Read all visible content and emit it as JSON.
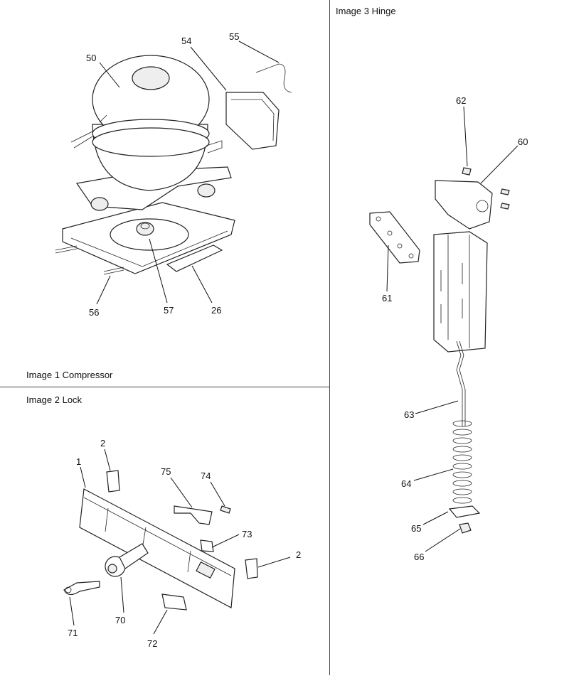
{
  "panels": {
    "compressor": {
      "title": "Image 1 Compressor"
    },
    "lock": {
      "title": "Image 2 Lock"
    },
    "hinge": {
      "title": "Image 3 Hinge"
    }
  },
  "callouts": {
    "c50": "50",
    "c54": "54",
    "c55": "55",
    "c56": "56",
    "c57": "57",
    "c26": "26",
    "c1": "1",
    "c2a": "2",
    "c2b": "2",
    "c75": "75",
    "c74": "74",
    "c73": "73",
    "c70": "70",
    "c71": "71",
    "c72": "72",
    "c62": "62",
    "c60": "60",
    "c61": "61",
    "c63": "63",
    "c64": "64",
    "c65": "65",
    "c66": "66"
  }
}
